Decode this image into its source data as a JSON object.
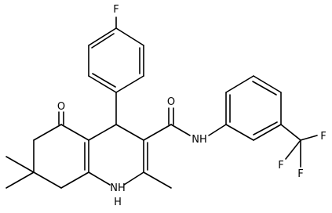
{
  "molecule": {
    "colors": {
      "bond": "#000000",
      "background": "#ffffff",
      "label": "#000000"
    },
    "atom_labels": {
      "fluoro_para": "F",
      "ketone_oxygen": "O",
      "amide_oxygen": "O",
      "amide_nh": "NH",
      "ring_nh": "NH",
      "ring_nh_h": "H",
      "cf3_f_top": "F",
      "cf3_f_right": "F",
      "cf3_f_bottom": "F"
    }
  }
}
